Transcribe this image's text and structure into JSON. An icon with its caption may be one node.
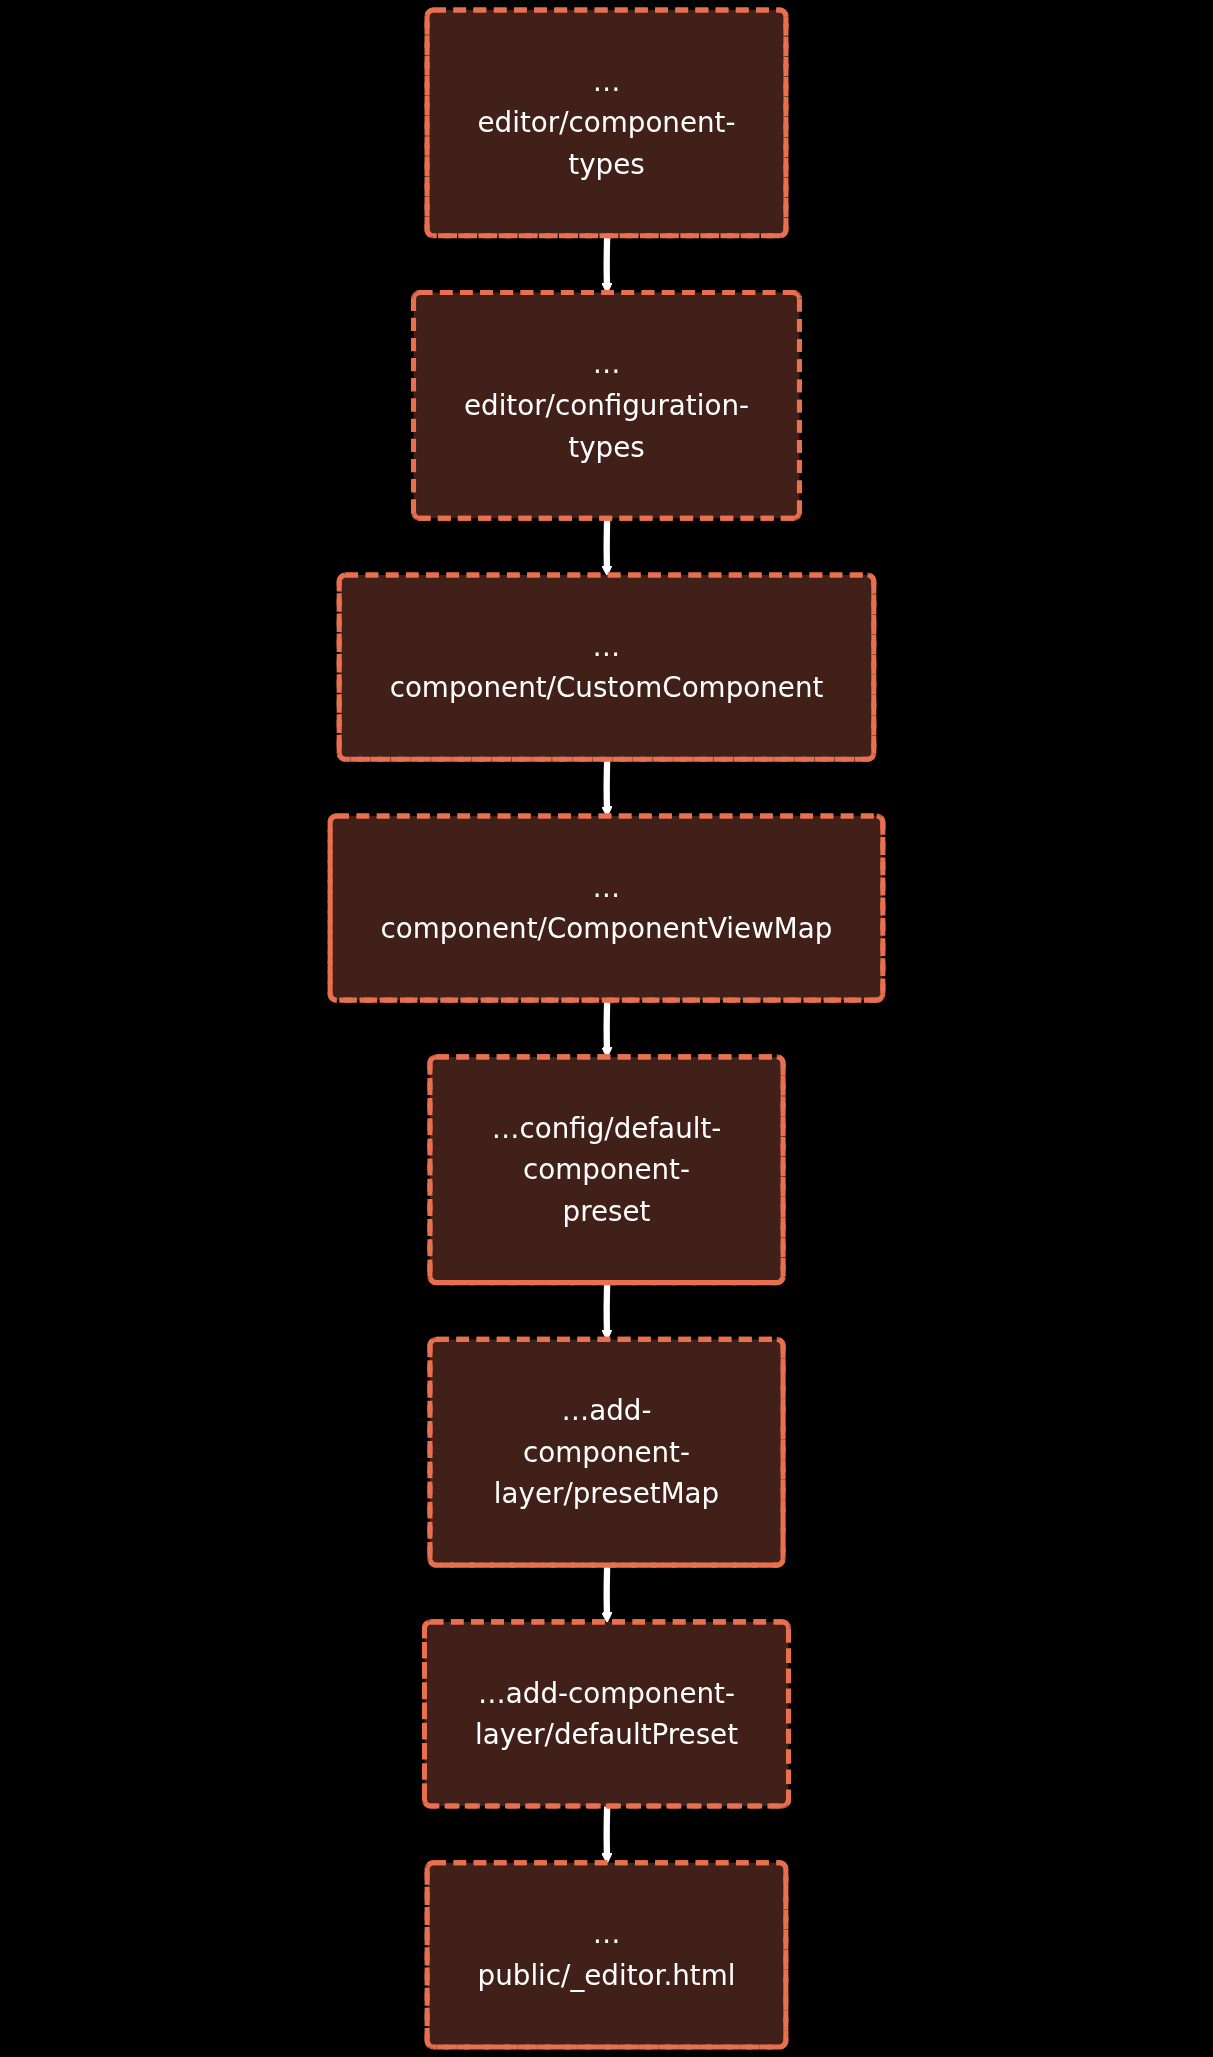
{
  "diagram": {
    "nodes": [
      {
        "text": [
          "…editor/component-types"
        ]
      },
      {
        "text": [
          "…editor/configuration-types"
        ]
      },
      {
        "text": [
          "…component/CustomComponent"
        ]
      },
      {
        "text": [
          "…component/ComponentViewMap"
        ]
      },
      {
        "text": [
          "…config/default-component-preset"
        ]
      },
      {
        "text": [
          "…add-component-layer/presetMap"
        ]
      },
      {
        "text": [
          "…add-component-layer/defaultPreset"
        ]
      },
      {
        "text": [
          "…public/_editor.html"
        ]
      }
    ],
    "edges": [
      {
        "from": 0,
        "to": 1,
        "arrow": "to"
      },
      {
        "from": 1,
        "to": 2,
        "arrow": "to"
      },
      {
        "from": 2,
        "to": 3,
        "arrow": "to"
      },
      {
        "from": 3,
        "to": 4,
        "arrow": "to"
      },
      {
        "from": 4,
        "to": 5,
        "arrow": "to"
      },
      {
        "from": 5,
        "to": 6,
        "arrow": "to"
      },
      {
        "from": 6,
        "to": 7,
        "arrow": "to"
      }
    ]
  }
}
